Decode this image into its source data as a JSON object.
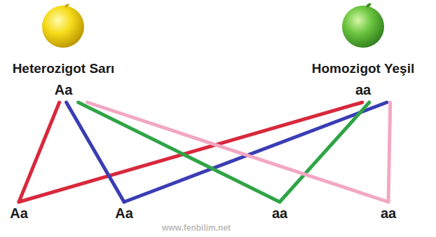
{
  "diagram": {
    "nodes": [
      {
        "text": [
          "Heterozigot Sarı",
          "Aa"
        ]
      },
      {
        "text": [
          "Homozigot Yeşil",
          "aa"
        ]
      },
      {
        "text": [
          "Aa"
        ]
      },
      {
        "text": [
          "Aa"
        ]
      },
      {
        "text": [
          "aa"
        ]
      },
      {
        "text": [
          "aa"
        ]
      }
    ],
    "edges": [
      {
        "from": 0,
        "to": 2,
        "arrow": "none"
      },
      {
        "from": 1,
        "to": 2,
        "arrow": "none"
      },
      {
        "from": 0,
        "to": 3,
        "arrow": "none"
      },
      {
        "from": 1,
        "to": 3,
        "arrow": "none"
      },
      {
        "from": 0,
        "to": 4,
        "arrow": "none"
      },
      {
        "from": 1,
        "to": 4,
        "arrow": "none"
      },
      {
        "from": 0,
        "to": 5,
        "arrow": "none"
      },
      {
        "from": 1,
        "to": 5,
        "arrow": "none"
      }
    ],
    "labels": [
      "www.fenbilim.net"
    ]
  }
}
